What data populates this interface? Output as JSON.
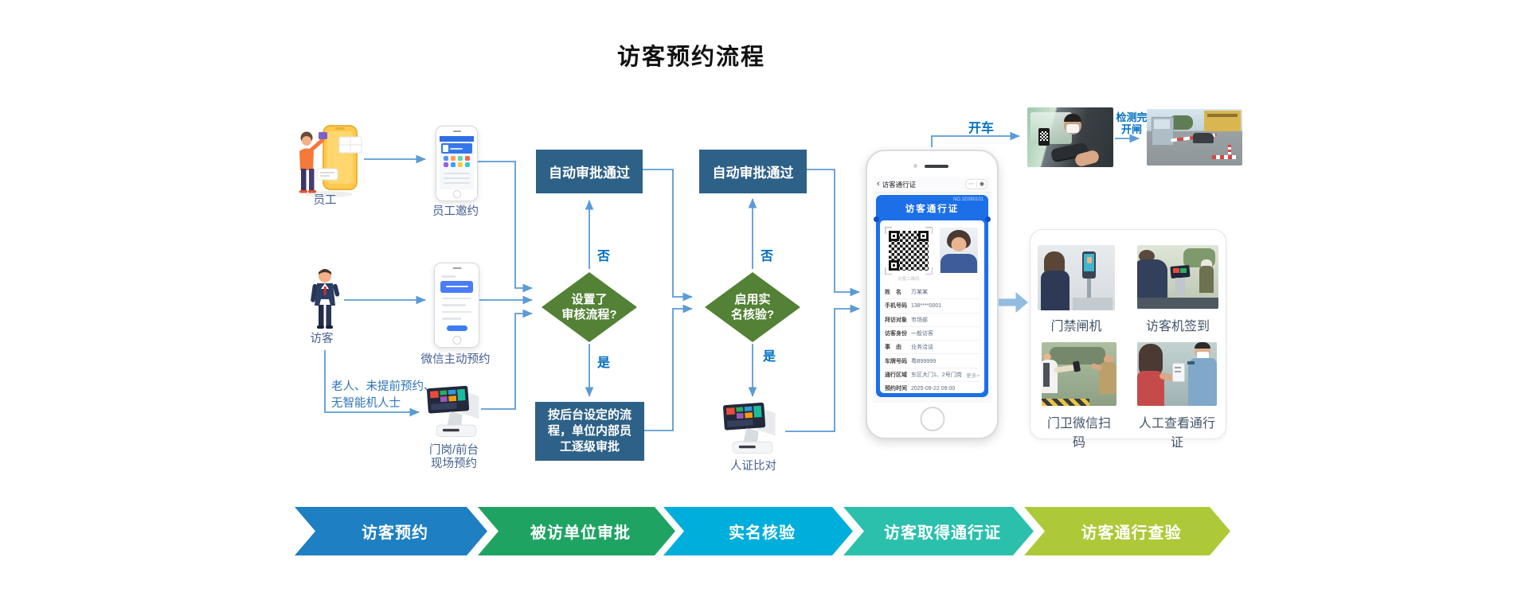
{
  "title": "访客预约流程",
  "actors": {
    "employee": "员工",
    "visitor": "访客"
  },
  "devices": {
    "employee_invite": "员工邀约",
    "wechat_booking": "微信主动预约",
    "front_desk_line1": "门岗/前台",
    "front_desk_line2": "现场预约",
    "id_compare": "人证比对"
  },
  "notes": {
    "walkin_line1": "老人、未提前预约、",
    "walkin_line2": "无智能机人士",
    "drive": "开车",
    "gate_line1": "检测完",
    "gate_line2": "开闸"
  },
  "flow": {
    "auto_approve_1": "自动审批通过",
    "auto_approve_2": "自动审批通过",
    "decision1_line1": "设置了",
    "decision1_line2": "审核流程?",
    "decision2_line1": "启用实",
    "decision2_line2": "名核验?",
    "backend_line1": "按后台设定的流",
    "backend_line2": "程，单位内部员",
    "backend_line3": "工逐级审批",
    "no1": "否",
    "yes1": "是",
    "no2": "否",
    "yes2": "是"
  },
  "pass_phone": {
    "back_icon": "‹",
    "nav_title": "访客通行证",
    "capsule_more": "⋯",
    "capsule_circle": "◉",
    "card_no": "NO.1E090101",
    "card_title": "访客通行证",
    "qr_caption": "访客二维码",
    "rows": [
      {
        "label": "姓　名",
        "value": "万某某"
      },
      {
        "label": "手机号码",
        "value": "138****0001"
      },
      {
        "label": "拜访对象",
        "value": "市场部"
      },
      {
        "label": "访客身份",
        "value": "一般访客"
      },
      {
        "label": "事　由",
        "value": "业务洽谈"
      },
      {
        "label": "车牌号码",
        "value": "粤B99999"
      },
      {
        "label": "通行区域",
        "value": "东区大门1、2号门岗",
        "more": "更多>"
      },
      {
        "label": "预约时间",
        "value": "2025-09-22 09:00"
      }
    ]
  },
  "right_panel": {
    "items": [
      "门禁闸机",
      "访客机签到",
      "门卫微信扫码",
      "人工查看通行证"
    ]
  },
  "steps": [
    {
      "label": "访客预约",
      "color": "#1E7FC2"
    },
    {
      "label": "被访单位审批",
      "color": "#1FA363"
    },
    {
      "label": "实名核验",
      "color": "#00AEDC"
    },
    {
      "label": "访客取得通行证",
      "color": "#2BC0AC"
    },
    {
      "label": "访客通行查验",
      "color": "#ADC937"
    }
  ],
  "colors": {
    "box": "#2E6187",
    "diamond": "#538135",
    "line": "#5B9BD5",
    "accent_text": "#0070C0"
  }
}
